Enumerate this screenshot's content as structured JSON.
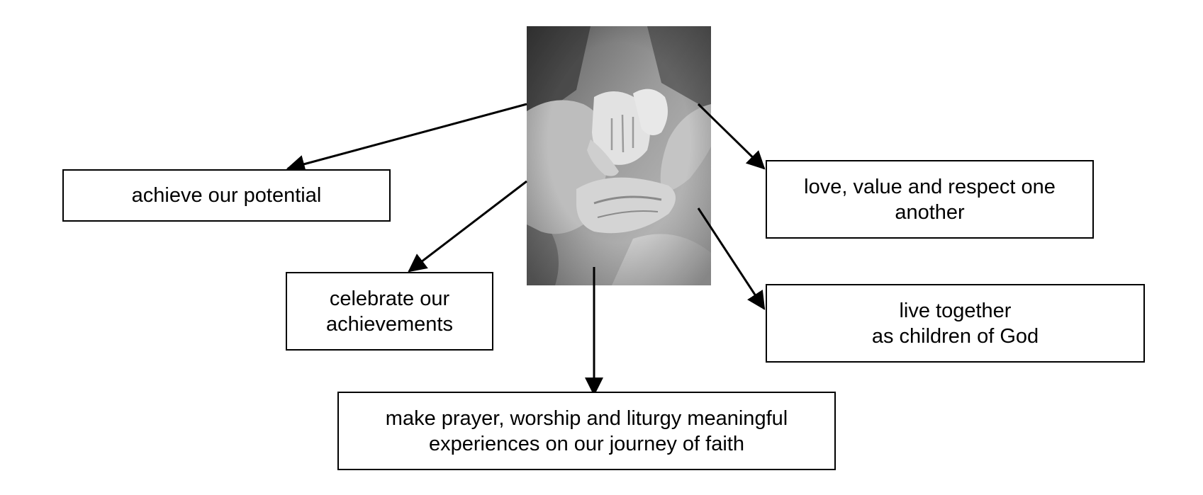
{
  "image": {
    "subject": "hands-photo-icon"
  },
  "boxes": {
    "potential": {
      "lines": [
        "achieve our potential"
      ]
    },
    "love": {
      "lines": [
        "love, value and respect one",
        "another"
      ]
    },
    "celebrate": {
      "lines": [
        "celebrate our",
        "achievements"
      ]
    },
    "live": {
      "lines": [
        "live together",
        "as children of God"
      ]
    },
    "prayer": {
      "lines": [
        "make prayer, worship and liturgy meaningful",
        "experiences on our journey of faith"
      ]
    }
  },
  "colors": {
    "line": "#000000",
    "photo_dark": "#3a3a3a",
    "photo_light": "#d9d9d9"
  }
}
